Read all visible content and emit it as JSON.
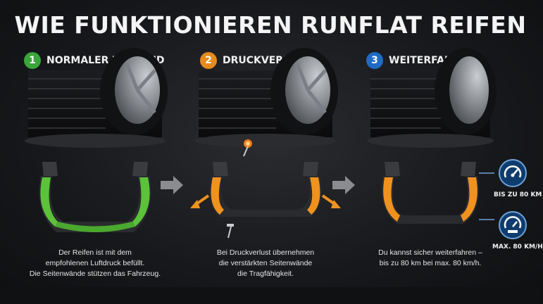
{
  "title": "WIE FUNKTIONIEREN RUNFLAT REIFEN",
  "steps": [
    {
      "number": "1",
      "label": "NORMALER ZUSTAND",
      "color": "#3aa53a",
      "caption": [
        "Der Reifen ist mit dem",
        "empfohlenen Luftdruck befüllt.",
        "Die Seitenwände stützen das Fahrzeug."
      ]
    },
    {
      "number": "2",
      "label": "DRUCKVERLUST",
      "color": "#e58a1f",
      "caption": [
        "Bei Druckverlust übernehmen",
        "die verstärkten Seitenwände",
        "die Tragfähigkeit."
      ]
    },
    {
      "number": "3",
      "label": "WEITERFAHREN",
      "color": "#1f6bc4",
      "caption": [
        "Du kannst sicher weiterfahren –",
        "bis zu 80 km bei max. 80 km/h."
      ]
    }
  ],
  "badges": {
    "distance": {
      "label": "BIS ZU 80 KM",
      "icon": "speedometer-icon"
    },
    "speed": {
      "label": "MAX. 80 KM/H",
      "icon": "speed-limit-icon"
    }
  },
  "colors": {
    "green_sidewall": "#5cc23a",
    "orange_sidewall": "#f0921e",
    "badge_bg": "#0f3c6e"
  }
}
